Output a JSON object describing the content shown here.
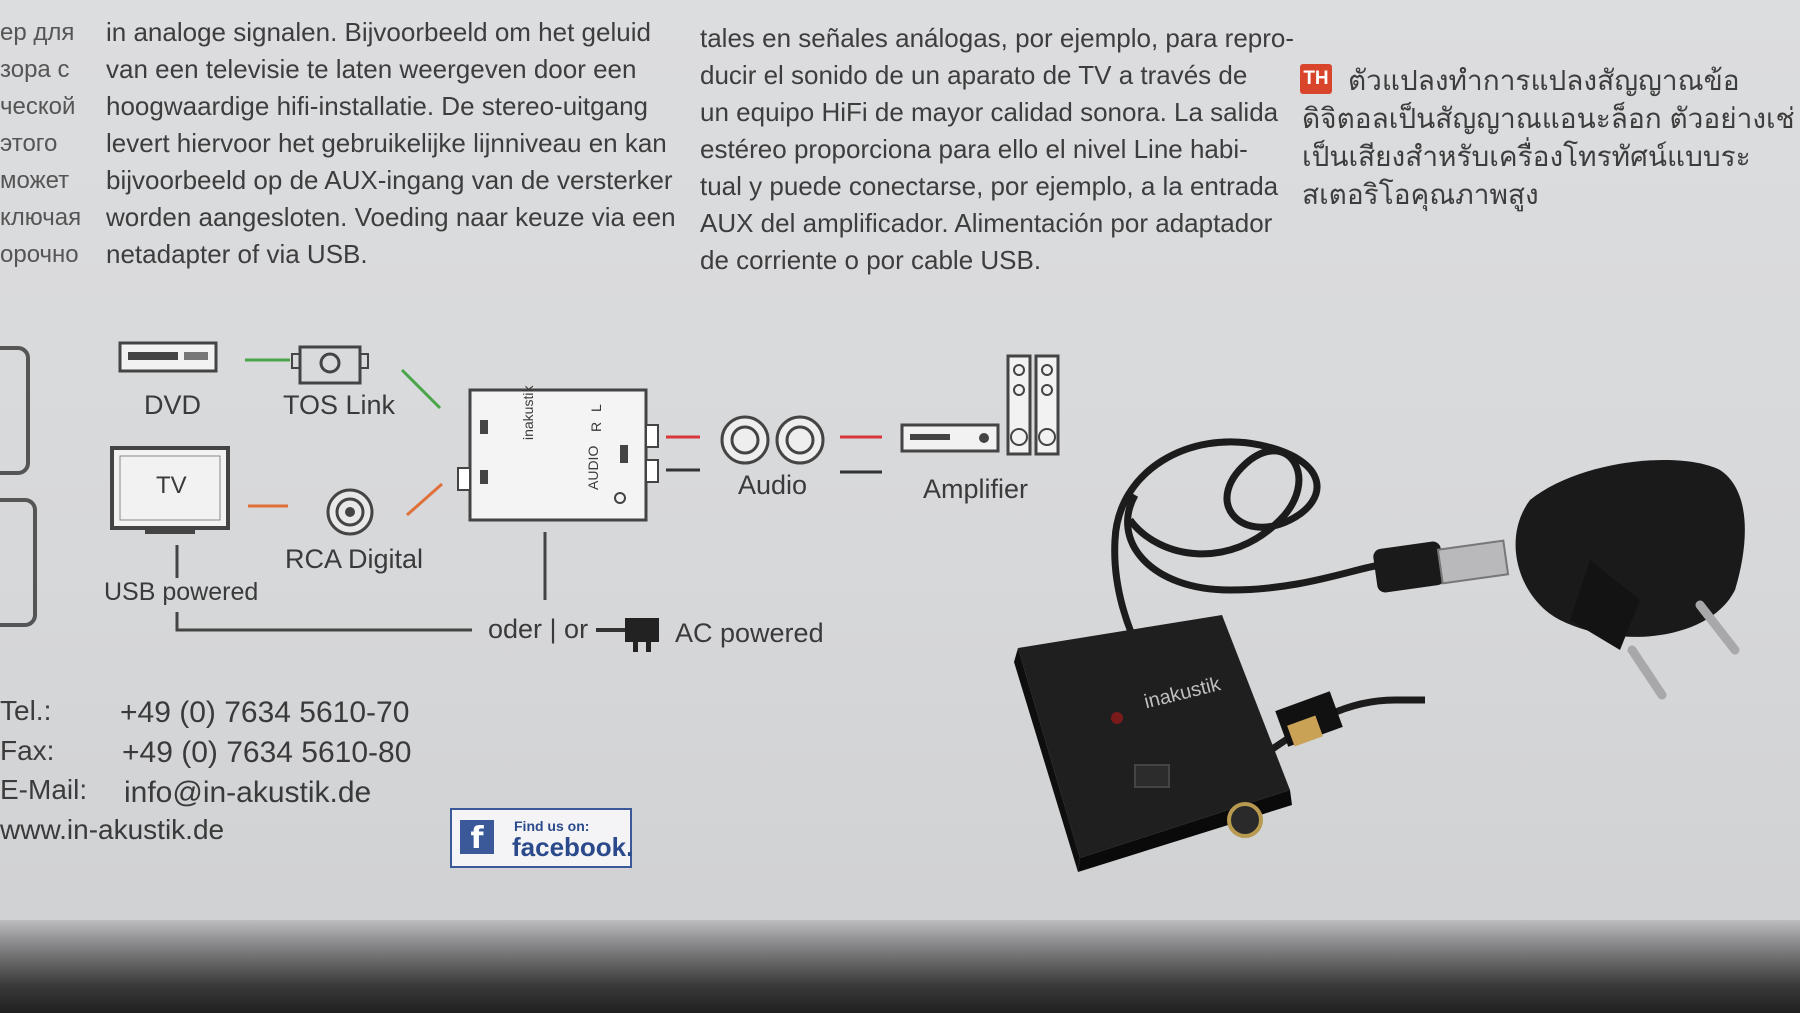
{
  "texts": {
    "ru_fragment": "ер для\nзора с\nческой\nэтого\nможет\nключая\nорочно",
    "nl_paragraph": "in analoge signalen. Bijvoorbeeld om het geluid\nvan een televisie te laten weergeven door een\nhoogwaardige hifi-installatie. De stereo-uitgang\nlevert hiervoor het gebruikelijke lijnniveau en kan\nbijvoorbeeld op de AUX-ingang van de versterker\nworden aangesloten. Voeding naar keuze via een\nnetadapter of via USB.",
    "es_paragraph": "tales en señales análogas, por ejemplo, para repro-\nducir el sonido de un aparato de TV a través de\nun equipo HiFi de mayor calidad sonora. La salida\nestéreo proporciona para ello el nivel Line habi-\ntual y puede conectarse, por ejemplo, a la entrada\nAUX del amplificador. Alimentación por adaptador\nde corriente o por cable USB.",
    "th_badge": "TH",
    "th_paragraph": "ตัวแปลงทำการแปลงสัญญาณข้อ\nดิจิตอลเป็นสัญญาณแอนะล็อก ตัวอย่างเช่\nเป็นเสียงสำหรับเครื่องโทรทัศน์แบบระ\nสเตอริโอคุณภาพสูง"
  },
  "diagram": {
    "dvd": "DVD",
    "tos_link": "TOS Link",
    "tv": "TV",
    "rca_digital": "RCA Digital",
    "usb_powered": "USB powered",
    "device_brand": "inakustik",
    "device_port_label": "AUDIO",
    "device_r": "R",
    "device_l": "L",
    "audio": "Audio",
    "amplifier": "Amplifier",
    "oder_or": "oder | or",
    "ac_powered": "AC powered"
  },
  "contact": {
    "tel_label": "Tel.:",
    "tel_value": "+49 (0) 7634 5610-70",
    "fax_label": "Fax:",
    "fax_value": "+49 (0) 7634 5610-80",
    "email_label": "E-Mail:",
    "email_value": "info@in-akustik.de",
    "website": "www.in-akustik.de"
  },
  "facebook": {
    "small": "Find us on:",
    "big": "facebook."
  },
  "photo_product": {
    "brand": "inakustik"
  },
  "colors": {
    "tos_line": "#4aa54a",
    "rca_line": "#e0703a",
    "audio_red": "#d8363a",
    "badge_red": "#d8452b",
    "fb_blue": "#3b5998"
  }
}
